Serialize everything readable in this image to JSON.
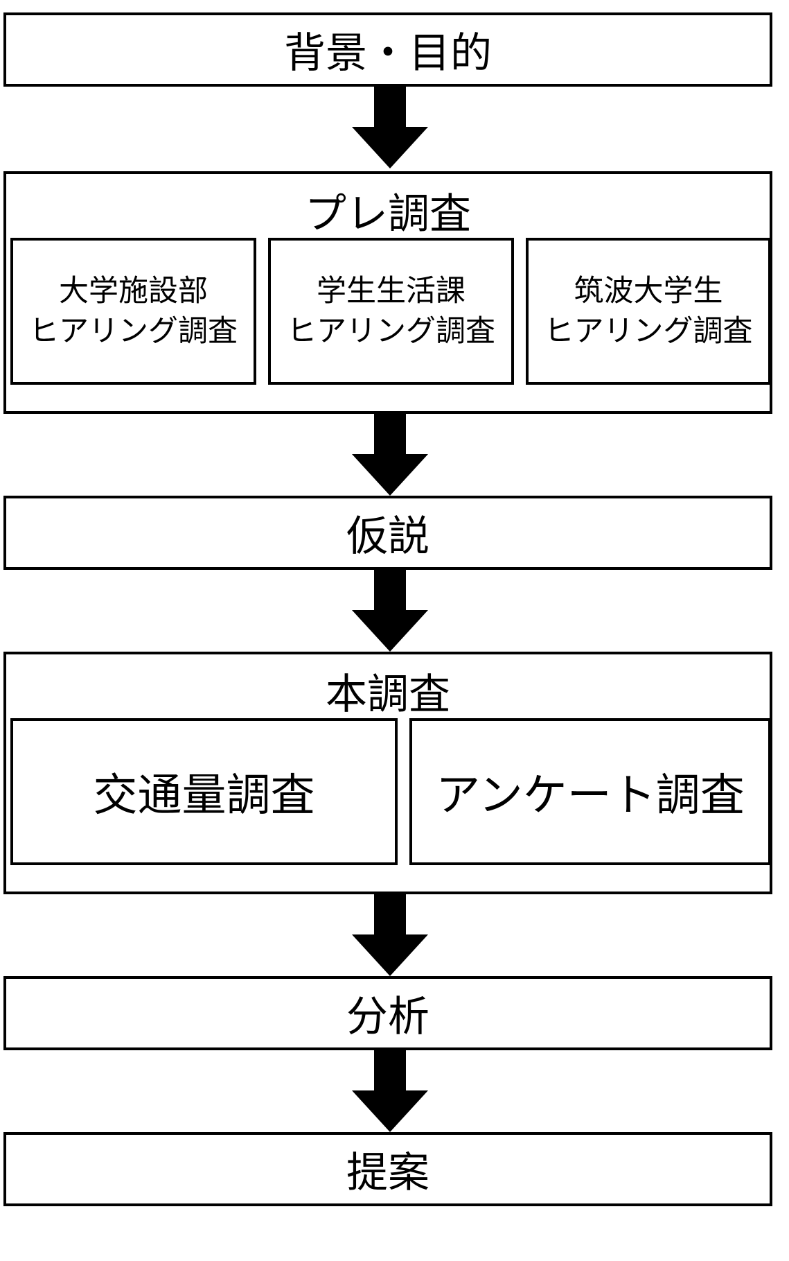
{
  "flowchart": {
    "background_purpose": "背景・目的",
    "pre_survey": {
      "title": "プレ調査",
      "items": [
        {
          "line1": "大学施設部",
          "line2": "ヒアリング調査"
        },
        {
          "line1": "学生生活課",
          "line2": "ヒアリング調査"
        },
        {
          "line1": "筑波大学生",
          "line2": "ヒアリング調査"
        }
      ]
    },
    "hypothesis": "仮説",
    "main_survey": {
      "title": "本調査",
      "items": [
        {
          "label": "交通量調査"
        },
        {
          "label": "アンケート調査"
        }
      ]
    },
    "analysis": "分析",
    "proposal": "提案"
  },
  "colors": {
    "stroke": "#000000",
    "fill": "#ffffff",
    "arrow": "#000000"
  },
  "icons": {
    "connector": "down-arrow-icon"
  }
}
